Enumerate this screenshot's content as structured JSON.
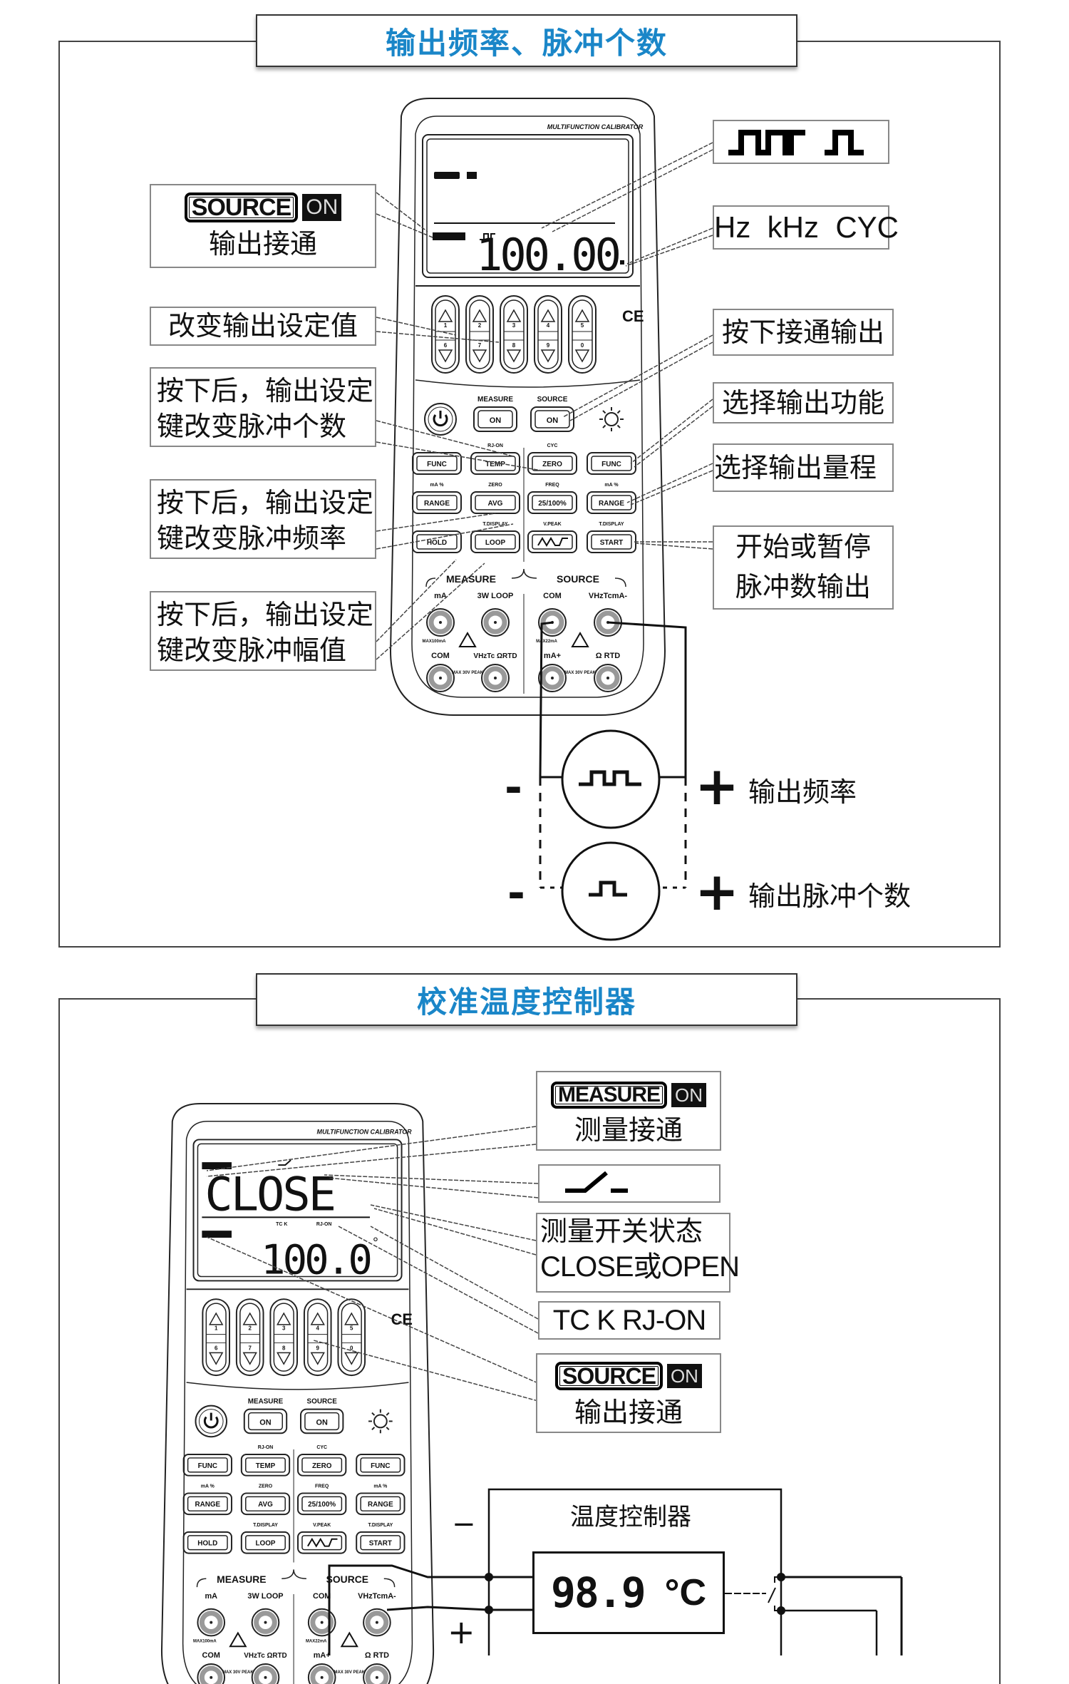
{
  "section1": {
    "title": "输出频率、脉冲个数",
    "meter": {
      "brand": "MULTIFUNCTION CALIBRATOR",
      "display_reading": "100.00",
      "keypad_up": [
        "1",
        "2",
        "3",
        "4",
        "5"
      ],
      "keypad_down": [
        "6",
        "7",
        "8",
        "9",
        "0"
      ],
      "ce_mark": "CE",
      "group_labels": {
        "measure": "MEASURE",
        "source": "SOURCE"
      },
      "on_label": "ON",
      "button_rows": [
        {
          "sub": [
            "",
            "RJ-ON",
            "CYC",
            ""
          ],
          "keys": [
            "FUNC",
            "TEMP",
            "ZERO",
            "FUNC"
          ]
        },
        {
          "sub": [
            "mA %",
            "ZERO",
            "FREQ",
            "mA %"
          ],
          "keys": [
            "RANGE",
            "AVG",
            "25/100%",
            "RANGE"
          ]
        },
        {
          "sub": [
            "",
            "T.DISPLAY",
            "V.PEAK",
            "T.DISPLAY"
          ],
          "keys": [
            "HOLD",
            "LOOP",
            "ramp",
            "START"
          ]
        }
      ],
      "jack_section": {
        "measure": "MEASURE",
        "source": "SOURCE",
        "top_labels": [
          "mA",
          "3W LOOP",
          "COM",
          "VHzTcmA-"
        ],
        "bottom_labels": [
          "COM",
          "VHzTc ΩRTD",
          "mA+",
          "Ω RTD"
        ],
        "limits": [
          "MAX100mA",
          "MAX 30V PEAK",
          "MAX22mA",
          "MAX 30V PEAK"
        ]
      }
    },
    "annotations_left": [
      {
        "badge_word": "SOURCE",
        "badge_on": "ON",
        "text": "输出接通"
      },
      {
        "lines": [
          "改变输出设定值"
        ]
      },
      {
        "lines": [
          "按下后，输出设定",
          "键改变脉冲个数"
        ]
      },
      {
        "lines": [
          "按下后，输出设定",
          "键改变脉冲频率"
        ]
      },
      {
        "lines": [
          "按下后，输出设定",
          "键改变脉冲幅值"
        ]
      }
    ],
    "annotations_right": [
      {
        "icon": "pulse-waveform-icon"
      },
      {
        "lines": [
          "Hz  kHz  CYC"
        ]
      },
      {
        "lines": [
          "按下接通输出"
        ]
      },
      {
        "lines": [
          "选择输出功能"
        ]
      },
      {
        "lines": [
          "选择输出量程"
        ]
      },
      {
        "lines": [
          "开始或暂停",
          "脉冲数输出"
        ]
      }
    ],
    "outputs": [
      {
        "minus": "-",
        "plus": "+",
        "label": "输出频率",
        "icon": "continuous-pulse-icon"
      },
      {
        "minus": "-",
        "plus": "+",
        "label": "输出脉冲个数",
        "icon": "single-pulse-icon"
      }
    ]
  },
  "section2": {
    "title": "校准温度控制器",
    "meter": {
      "brand": "MULTIFUNCTION CALIBRATOR",
      "display_top": "CLOSE",
      "display_small": [
        "TC K",
        "RJ-ON"
      ],
      "display_reading": "100.0",
      "unit": "°"
    },
    "annotations": [
      {
        "badge_word": "MEASURE",
        "badge_on": "ON",
        "text": "测量接通"
      },
      {
        "icon": "switch-icon"
      },
      {
        "lines": [
          "测量开关状态",
          "CLOSE或OPEN"
        ]
      },
      {
        "lines": [
          "TC K RJ-ON"
        ]
      },
      {
        "badge_word": "SOURCE",
        "badge_on": "ON",
        "text": "输出接通"
      }
    ],
    "controller": {
      "title": "温度控制器",
      "reading": "98.9",
      "unit": "°C",
      "minus": "−",
      "plus": "+"
    }
  }
}
